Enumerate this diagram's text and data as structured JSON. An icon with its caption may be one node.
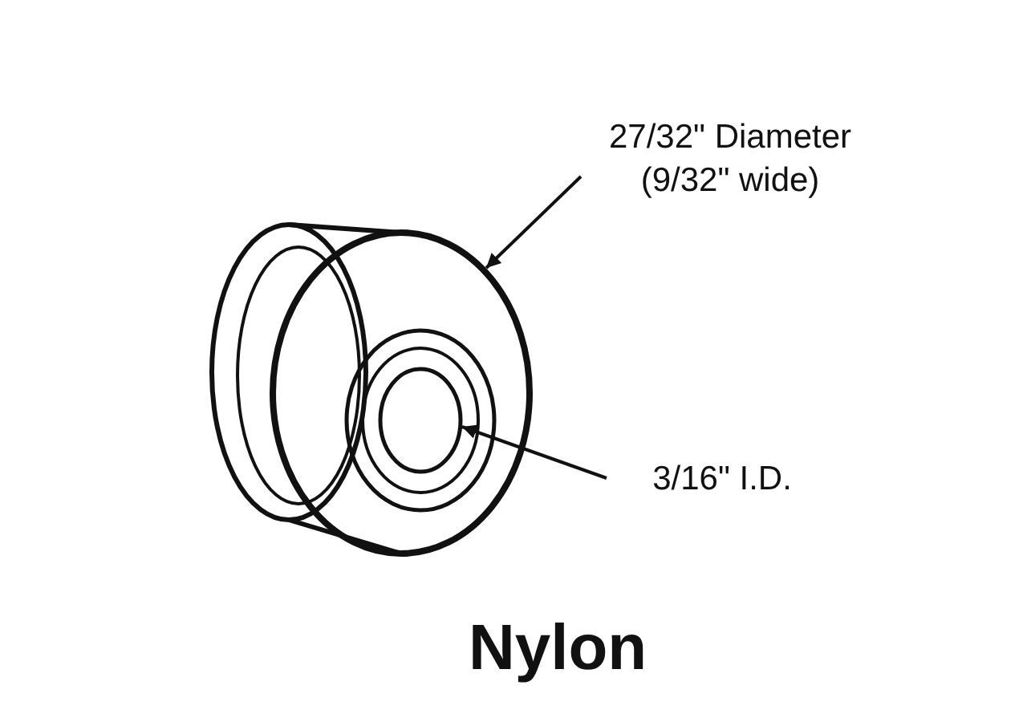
{
  "diagram": {
    "nodes": [
      {
        "text": [
          "27/32\" Diameter (9/32\" wide)"
        ]
      },
      {
        "text": [],
        "shape": "picture"
      },
      {
        "text": [
          "3/16\" I.D."
        ]
      },
      {
        "text": [],
        "shape": "circle",
        "in": 1
      }
    ],
    "edges": [
      {
        "from": 0,
        "to": 1,
        "arrow": "to"
      },
      {
        "from": 2,
        "to": 3,
        "arrow": "to"
      }
    ],
    "labels": [
      "Nylon"
    ]
  }
}
